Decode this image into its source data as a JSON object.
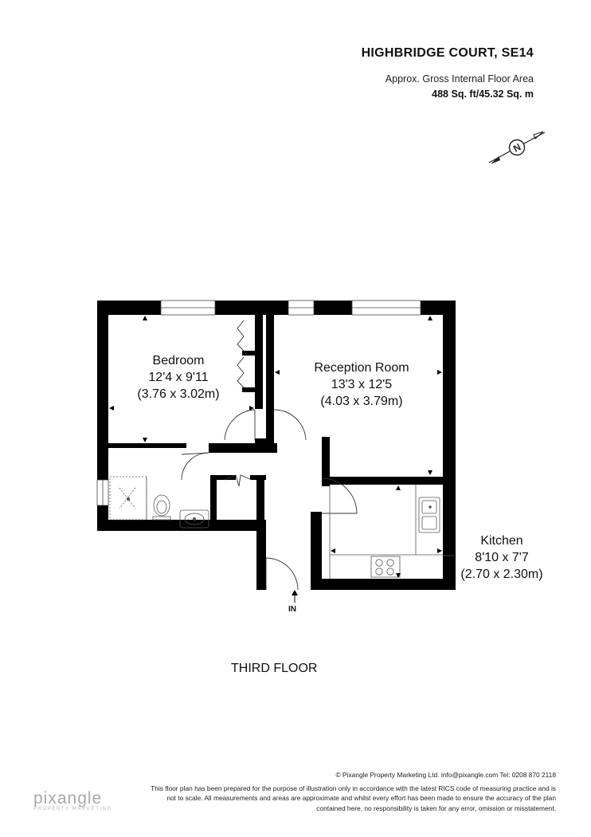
{
  "header": {
    "title": "HIGHBRIDGE COURT, SE14",
    "area_label": "Approx. Gross Internal Floor Area",
    "area_value": "488 Sq. ft/45.32 Sq. m"
  },
  "compass": {
    "letter": "N",
    "icon": "compass-icon"
  },
  "rooms": {
    "bedroom": {
      "name": "Bedroom",
      "imperial": "12'4 x 9'11",
      "metric": "(3.76 x 3.02m)"
    },
    "reception": {
      "name": "Reception Room",
      "imperial": "13'3 x 12'5",
      "metric": "(4.03 x 3.79m)"
    },
    "kitchen": {
      "name": "Kitchen",
      "imperial": "8'10 x 7'7",
      "metric": "(2.70 x 2.30m)"
    }
  },
  "entrance_label": "IN",
  "floor_label": "THIRD FLOOR",
  "footer": {
    "line1": "© Pixangle Property Marketing Ltd. info@pixangle.com Tel: 0208 870 2118",
    "line2": "This floor plan has been prepared for the purpose of illustration only in accordance with the latest RICS code of measuring practice and is",
    "line3": "not to scale. All measurements and areas are approximate and whilst every effort has been made to ensure the accuracy of the plan",
    "line4": "contained here, no responsibility is taken for any error, omission or misstatement."
  },
  "brand": {
    "name": "pixangle",
    "tagline": "PROPERTY MARKETING"
  },
  "colors": {
    "wall": "#000000",
    "fixture": "#555555",
    "brand": "#a8a8a8"
  }
}
